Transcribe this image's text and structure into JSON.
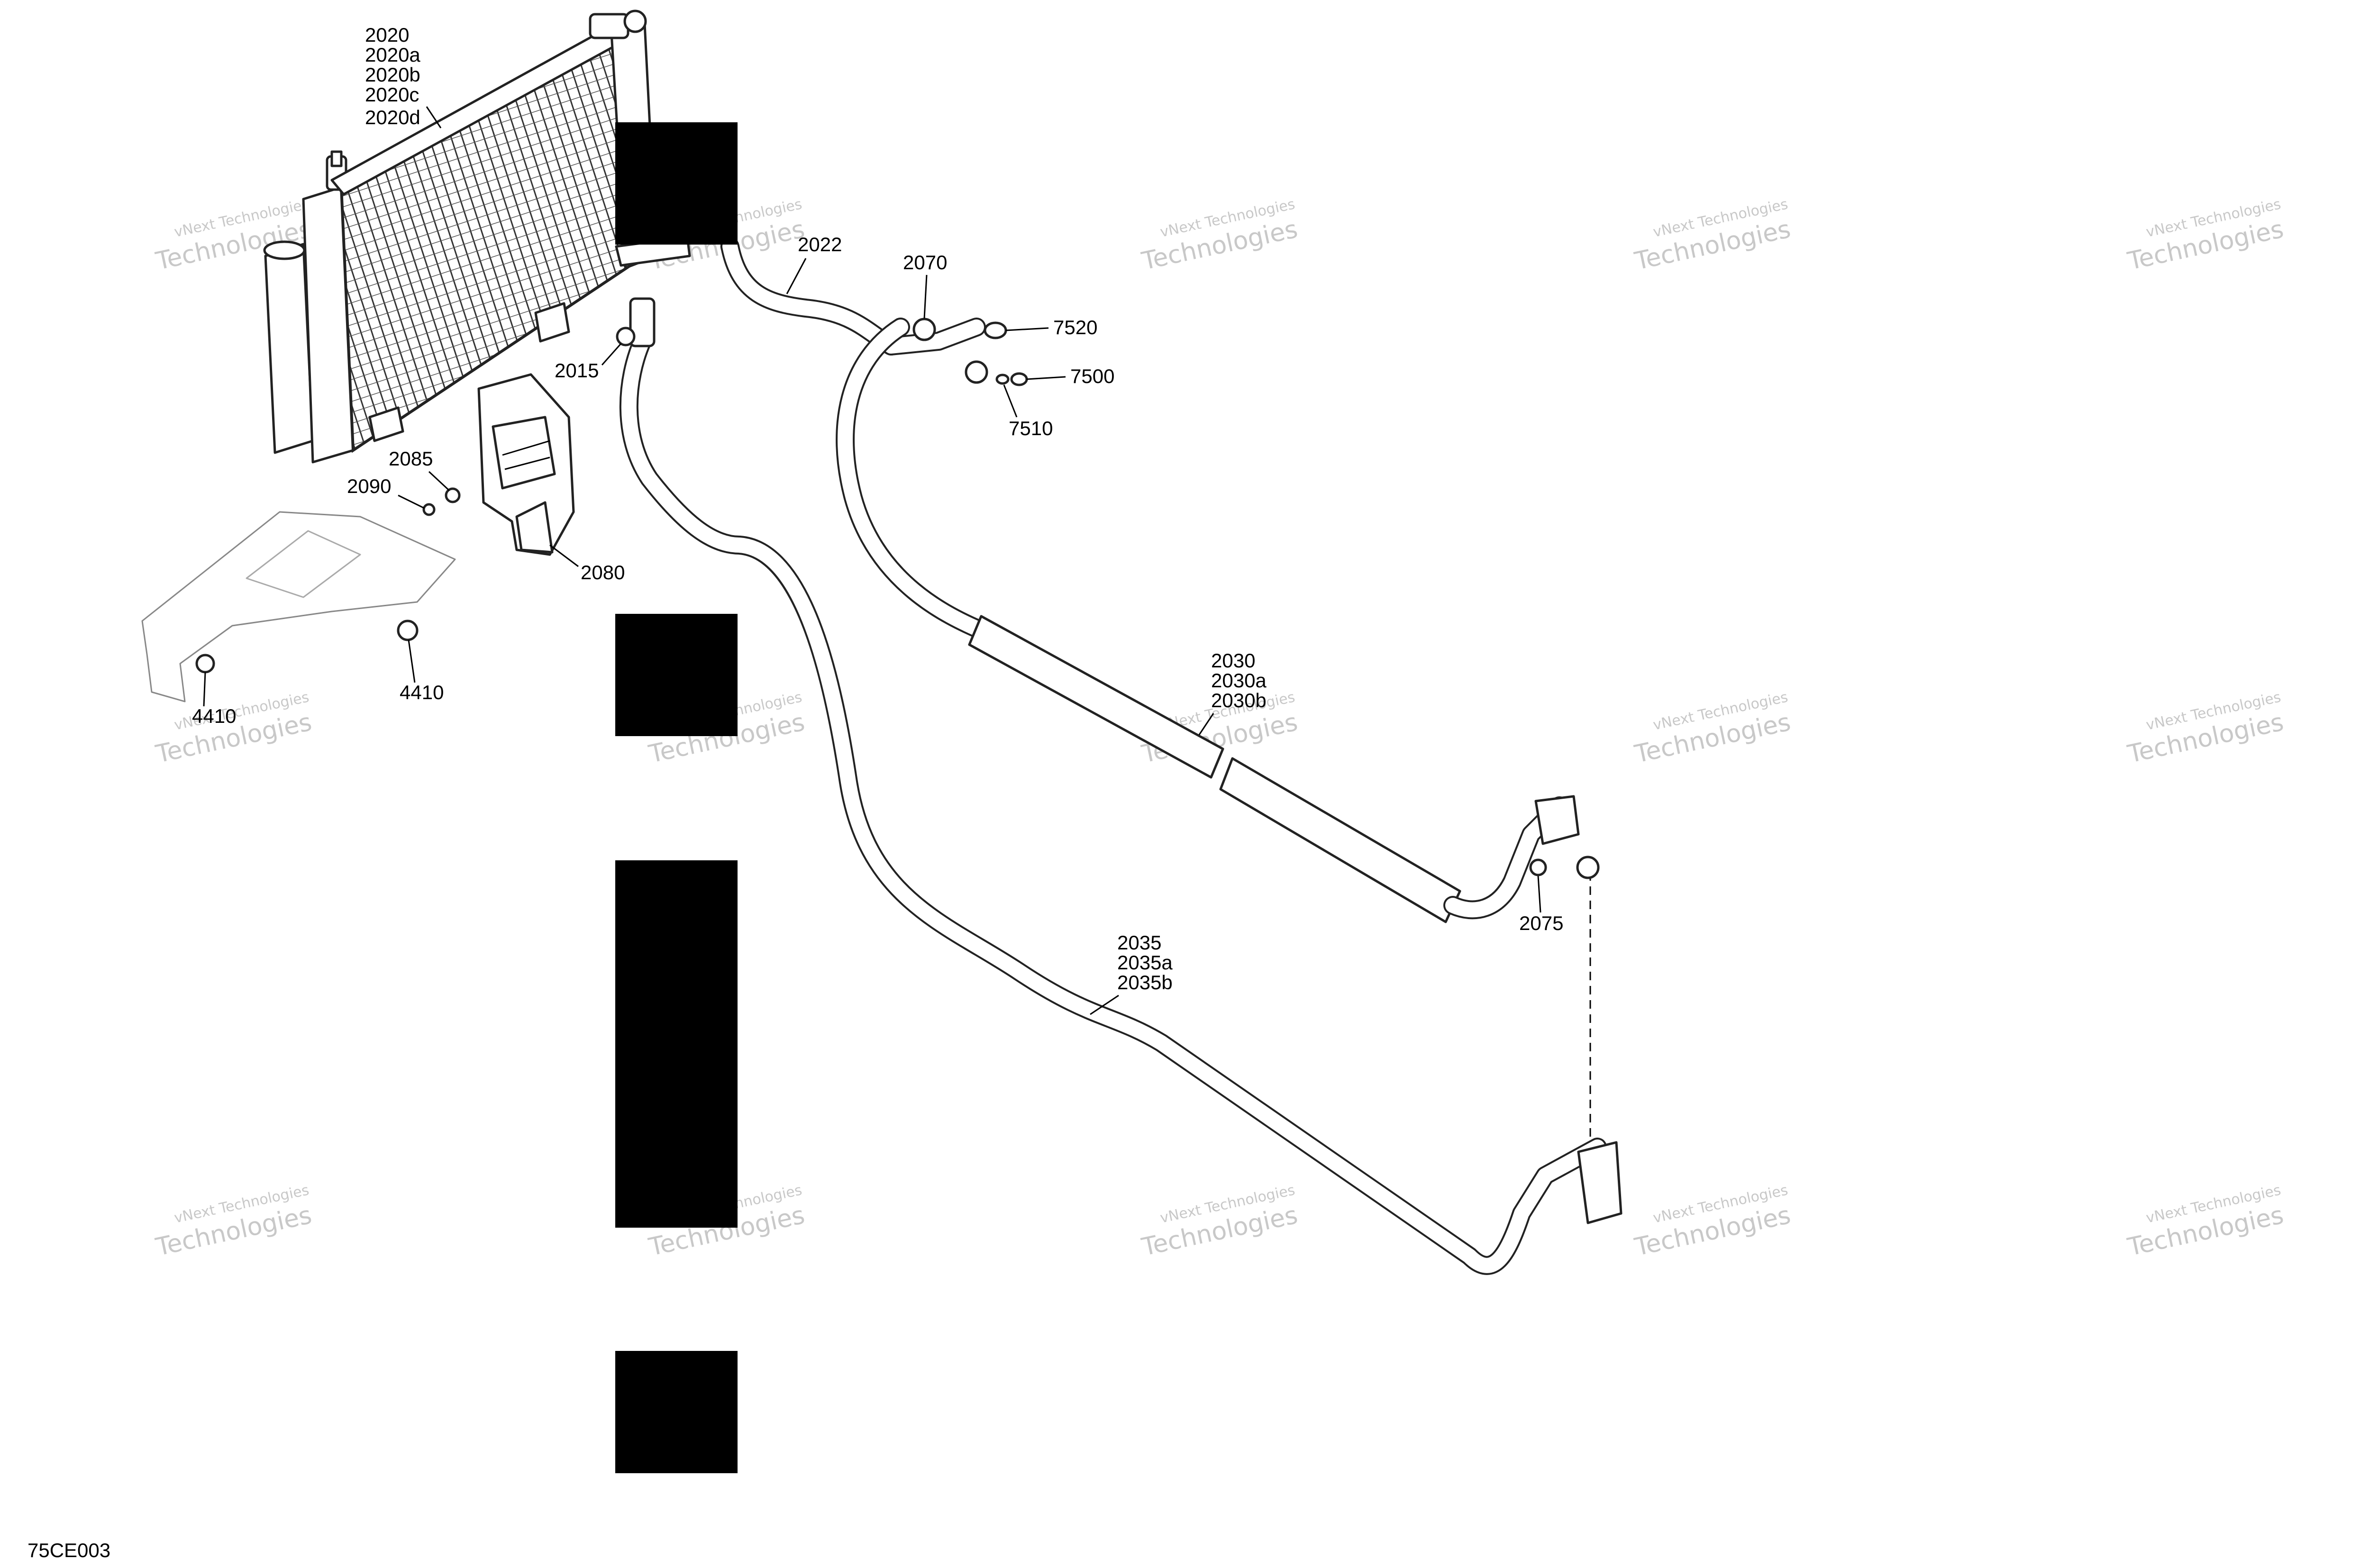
{
  "drawing_code": "75CE003",
  "watermark": {
    "line1": "vNext Technologies",
    "line2": "Technologies"
  },
  "labels": {
    "condenser": [
      "2020",
      "2020a",
      "2020b",
      "2020c",
      "2020d"
    ],
    "hose_2022": "2022",
    "fitting_2070": "2070",
    "oring_7520": "7520",
    "oring_7500": "7500",
    "oring_7510": "7510",
    "nut_2015": "2015",
    "washer_2085": "2085",
    "screw_2090": "2090",
    "bracket_2080": "2080",
    "clip_4410_a": "4410",
    "clip_4410_b": "4410",
    "hose_2030": [
      "2030",
      "2030a",
      "2030b"
    ],
    "hose_2035": [
      "2035",
      "2035a",
      "2035b"
    ],
    "screw_2075": "2075"
  }
}
